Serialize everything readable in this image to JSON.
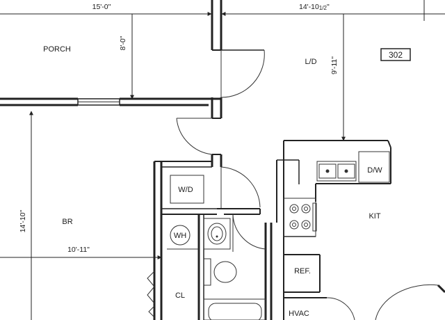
{
  "plan": {
    "unit_number": "302",
    "rooms": {
      "porch": "PORCH",
      "living_dining": "L/D",
      "bedroom": "BR",
      "kitchen": "KIT",
      "closet": "CL"
    },
    "fixtures": {
      "washer_dryer": "W/D",
      "water_heater": "WH",
      "dishwasher": "D/W",
      "refrigerator": "REF.",
      "hvac": "HVAC"
    },
    "dimensions": {
      "porch_width": "15'-0\"",
      "porch_depth": "8'-0\"",
      "living_width_main": "14'-10",
      "living_width_frac": "1/2",
      "living_width_quote": "\"",
      "living_depth": "9'-11\"",
      "bedroom_depth": "14'-10\"",
      "bedroom_width": "10'-11\""
    }
  }
}
